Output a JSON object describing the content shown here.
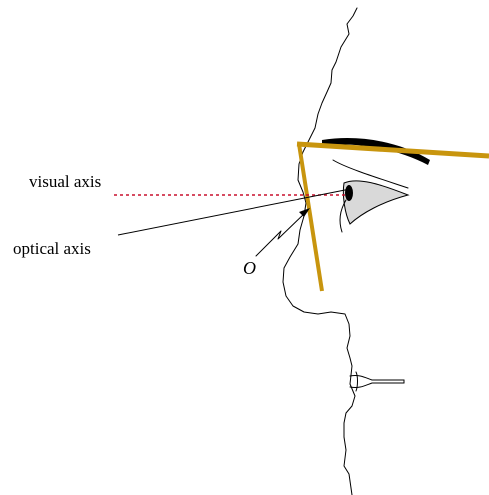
{
  "labels": {
    "visual_axis": "visual axis",
    "optical_axis": "optical axis",
    "point_o": "O"
  },
  "colors": {
    "frame": "#c8950e",
    "visual_axis_line": "#c8102e",
    "outline": "#000000",
    "eye_fill": "#d9d9d9"
  }
}
